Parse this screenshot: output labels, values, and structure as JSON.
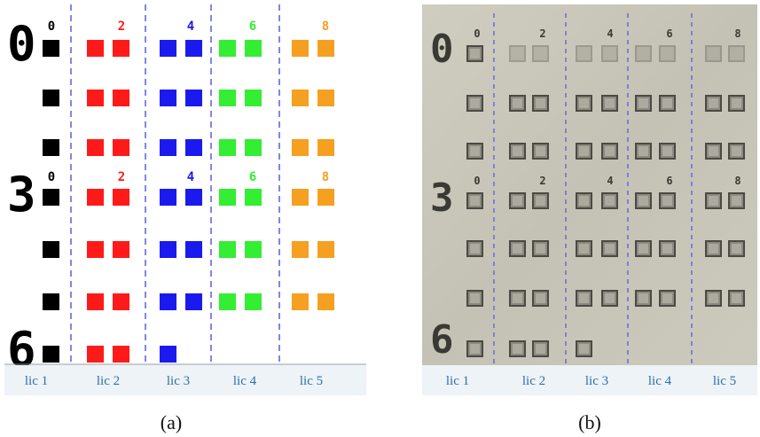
{
  "panels": [
    {
      "id": "a",
      "caption": "(a)",
      "style": "rendered",
      "columns": [
        "lic 1",
        "lic 2",
        "lic 3",
        "lic 4",
        "lic 5"
      ],
      "row_digits": [
        "0",
        "3",
        "6"
      ],
      "column_digits": [
        "0",
        "2",
        "4",
        "6",
        "8"
      ],
      "colors": {
        "col1": "#000000",
        "col2": "#ff1a1a",
        "col3": "#1a1aee",
        "col4": "#33ee33",
        "col5": "#f5a020",
        "divider": "#5b5bdd",
        "label_bg": "#eef3f8"
      }
    },
    {
      "id": "b",
      "caption": "(b)",
      "style": "photo",
      "columns": [
        "lic 1",
        "lic 2",
        "lic 3",
        "lic 4",
        "lic 5"
      ],
      "row_digits": [
        "0",
        "3",
        "6"
      ],
      "column_digits": [
        "0",
        "2",
        "4",
        "6",
        "8"
      ],
      "colors": {
        "background": "#c8c6b8",
        "cell": "#4a4a44",
        "divider": "#5b5bdd"
      }
    }
  ]
}
